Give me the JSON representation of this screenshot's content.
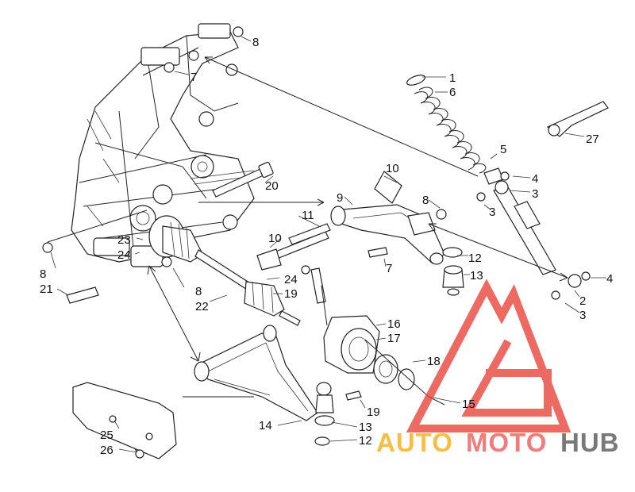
{
  "callouts": [
    {
      "id": "c8a",
      "text": "8"
    },
    {
      "id": "c7a",
      "text": "7"
    },
    {
      "id": "c1",
      "text": "1"
    },
    {
      "id": "c6",
      "text": "6"
    },
    {
      "id": "c27",
      "text": "27"
    },
    {
      "id": "c5",
      "text": "5"
    },
    {
      "id": "c4a",
      "text": "4"
    },
    {
      "id": "c3a",
      "text": "3"
    },
    {
      "id": "c3b",
      "text": "3"
    },
    {
      "id": "c10a",
      "text": "10"
    },
    {
      "id": "c20",
      "text": "20"
    },
    {
      "id": "c9",
      "text": "9"
    },
    {
      "id": "c8b",
      "text": "8"
    },
    {
      "id": "c11",
      "text": "11"
    },
    {
      "id": "c10b",
      "text": "10"
    },
    {
      "id": "c12a",
      "text": "12"
    },
    {
      "id": "c7b",
      "text": "7"
    },
    {
      "id": "c13a",
      "text": "13"
    },
    {
      "id": "c4b",
      "text": "4"
    },
    {
      "id": "c2",
      "text": "2"
    },
    {
      "id": "c3c",
      "text": "3"
    },
    {
      "id": "c23",
      "text": "23"
    },
    {
      "id": "c24a",
      "text": "24"
    },
    {
      "id": "c8c",
      "text": "8"
    },
    {
      "id": "c21",
      "text": "21"
    },
    {
      "id": "c8d",
      "text": "8"
    },
    {
      "id": "c22",
      "text": "22"
    },
    {
      "id": "c24b",
      "text": "24"
    },
    {
      "id": "c19a",
      "text": "19"
    },
    {
      "id": "c16",
      "text": "16"
    },
    {
      "id": "c17",
      "text": "17"
    },
    {
      "id": "c18",
      "text": "18"
    },
    {
      "id": "c15",
      "text": "15"
    },
    {
      "id": "c19b",
      "text": "19"
    },
    {
      "id": "c14",
      "text": "14"
    },
    {
      "id": "c13b",
      "text": "13"
    },
    {
      "id": "c12b",
      "text": "12"
    },
    {
      "id": "c25",
      "text": "25"
    },
    {
      "id": "c26",
      "text": "26"
    }
  ],
  "watermark": {
    "word_a": "AUTO",
    "word_b": "MOTO",
    "word_c": "HUB",
    "color_a": "#f7b733",
    "color_b": "#ef6f6f",
    "color_c": "#6b6b6b",
    "logo_color": "#e8453c"
  }
}
